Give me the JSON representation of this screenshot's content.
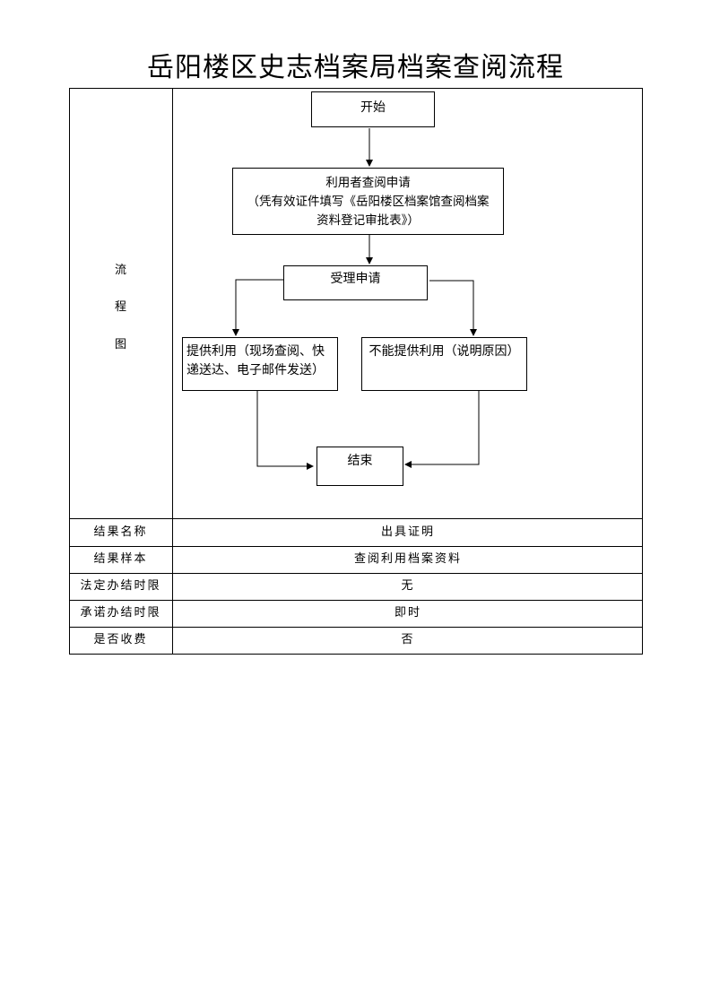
{
  "title": "岳阳楼区史志档案局档案查阅流程",
  "flow_label": [
    "流",
    "程",
    "图"
  ],
  "flowchart": {
    "start": "开始",
    "apply_line1": "利用者查阅申请",
    "apply_line2": "（凭有效证件填写《岳阳楼区档案馆查阅档案",
    "apply_line3": "资料登记审批表》）",
    "accept": "受理申请",
    "provide_line1": "提供利用（现场查阅、快",
    "provide_line2": "递送达、电子邮件发送）",
    "deny": "不能提供利用（说明原因）",
    "end": "结束"
  },
  "rows": [
    {
      "label": "结果名称",
      "value": "出具证明"
    },
    {
      "label": "结果样本",
      "value": "查阅利用档案资料"
    },
    {
      "label": "法定办结时限",
      "value": "无"
    },
    {
      "label": "承诺办结时限",
      "value": "即时"
    },
    {
      "label": "是否收费",
      "value": "否"
    }
  ]
}
